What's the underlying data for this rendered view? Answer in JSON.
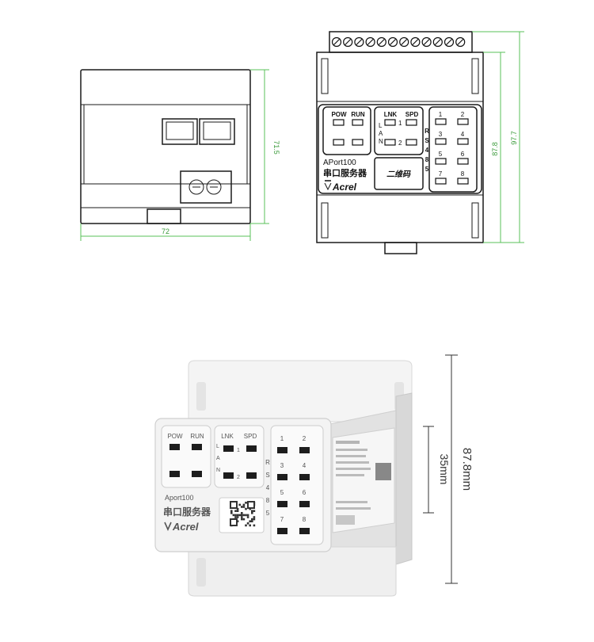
{
  "rear_view": {
    "width_dim": "72",
    "height_dim": "71.5"
  },
  "front_view": {
    "indicator_labels": {
      "pow": "POW",
      "run": "RUN",
      "lnk": "LNK",
      "spd": "SPD"
    },
    "lan_letters": [
      "L",
      "A",
      "N"
    ],
    "lan_ports": [
      "1",
      "2"
    ],
    "rs485_letters": [
      "R",
      "S",
      "4",
      "8",
      "5"
    ],
    "serial_ports": [
      "1",
      "2",
      "3",
      "4",
      "5",
      "6",
      "7",
      "8"
    ],
    "model": "APort100",
    "product_name": "串口服务器",
    "qr_label": "二维码",
    "brand": "Acrel",
    "inner_height_dim": "87.8",
    "outer_height_dim": "97.7",
    "terminal_count": 12
  },
  "photo": {
    "dim_35": "35mm",
    "dim_878": "87.8mm",
    "indicator_labels": {
      "pow": "POW",
      "run": "RUN",
      "lnk": "LNK",
      "spd": "SPD"
    },
    "lan_letters": [
      "L",
      "A",
      "N"
    ],
    "lan_ports": [
      "1",
      "2"
    ],
    "rs485_letters": [
      "R",
      "S",
      "4",
      "8",
      "5"
    ],
    "serial_ports": [
      "1",
      "2",
      "3",
      "4",
      "5",
      "6",
      "7",
      "8"
    ],
    "model": "Aport100",
    "product_name": "串口服务器",
    "brand": "Acrel"
  },
  "colors": {
    "dimension_green": "#3a9a3a",
    "outline": "#1a1a1a",
    "device_body": "#ececec",
    "led_black": "#1d1d1d"
  }
}
